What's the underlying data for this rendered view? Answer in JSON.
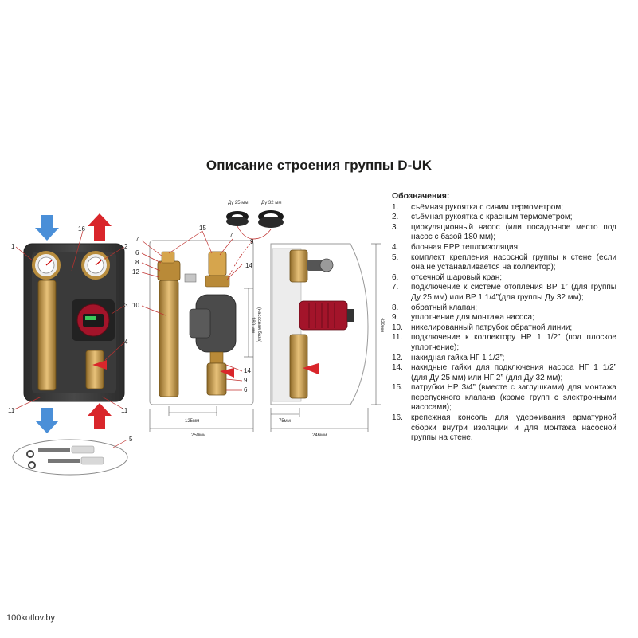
{
  "title": "Описание строения группы D-UK",
  "legend": {
    "heading": "Обозначения:",
    "items": [
      {
        "num": "1.",
        "text": "съёмная рукоятка с синим термометром;"
      },
      {
        "num": "2.",
        "text": "съёмная рукоятка с красным термометром;"
      },
      {
        "num": "3.",
        "text": "циркуляционный насос (или посадочное место под насос с базой 180 мм);"
      },
      {
        "num": "4.",
        "text": "блочная EPP теплоизоляция;"
      },
      {
        "num": "5.",
        "text": "комплект крепления насосной группы к стене (если она не устанавливается на коллектор);"
      },
      {
        "num": "6.",
        "text": "отсечной шаровый кран;"
      },
      {
        "num": "7.",
        "text": "подключение к системе отопления ВР 1” (для группы Ду 25 мм) или ВР 1 1/4”(для группы Ду 32 мм);"
      },
      {
        "num": "8.",
        "text": "обратный клапан;"
      },
      {
        "num": "9.",
        "text": "уплотнение для монтажа насоса;"
      },
      {
        "num": "10.",
        "text": "никелированный патрубок обратной линии;"
      },
      {
        "num": "11.",
        "text": "подключение к коллектору НР 1 1/2” (под плоское уплотнение);"
      },
      {
        "num": "12.",
        "text": "накидная гайка НГ 1 1/2”;"
      },
      {
        "num": "14.",
        "text": "накидные гайки для подключения насоса НГ 1 1/2” (для Ду 25 мм) или НГ 2” (для Ду 32 мм);"
      },
      {
        "num": "15.",
        "text": "патрубки НР 3/4” (вместе с заглушками) для монтажа перепускного клапана (кроме групп с электронными насосами);"
      },
      {
        "num": "16.",
        "text": "крепежная консоль для удерживания арматурной сборки внутри изоляции и для монтажа насосной группы на стене."
      }
    ]
  },
  "callouts": {
    "n1": "1",
    "n2": "2",
    "n3": "3",
    "n4": "4",
    "n5": "5",
    "n6": "6",
    "n7": "7",
    "n8": "8",
    "n9": "9",
    "n10": "10",
    "n11": "11",
    "n12": "12",
    "n14": "14",
    "n15": "15",
    "n16": "16"
  },
  "dimensions": {
    "d125": "125мм",
    "d250": "250мм",
    "d180": "180 мм",
    "d180_sub": "(насосная база)",
    "d420": "420мм",
    "d75": "75мм",
    "d246": "246мм",
    "du25": "Ду 25 мм",
    "du32": "Ду 32 мм"
  },
  "watermark": "100kotlov.by",
  "colors": {
    "blue_arrow": "#4a8fd8",
    "red_arrow": "#d9262b",
    "pump_red": "#a3142a",
    "insulation": "#3b3b3b",
    "brass": "#c89a4a",
    "leader_red": "#c0312f"
  }
}
